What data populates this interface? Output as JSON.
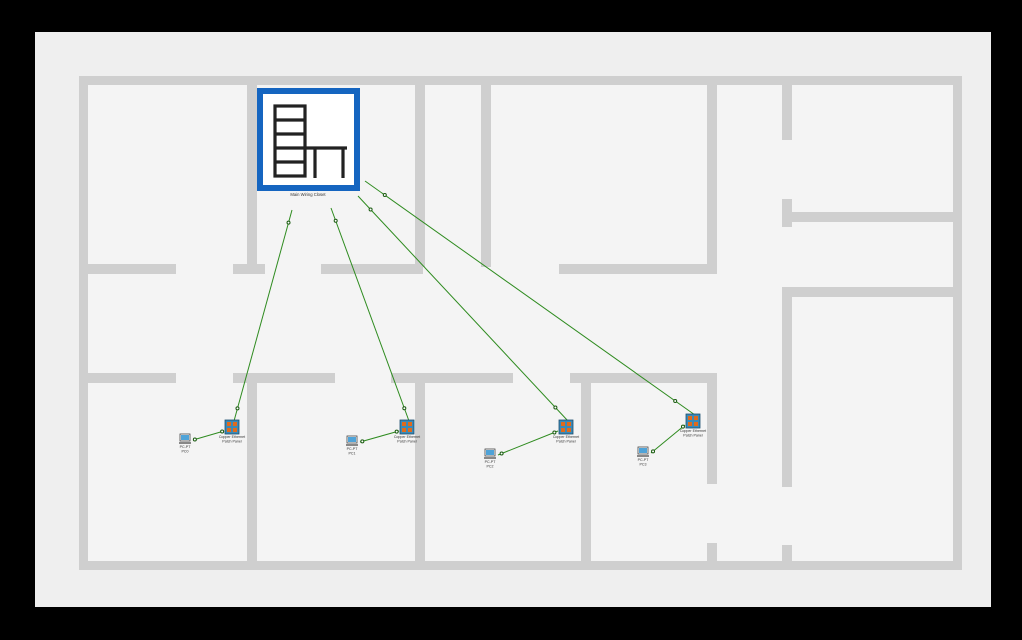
{
  "colors": {
    "background": "#000000",
    "canvas": "#efefef",
    "room": "#f4f4f4",
    "wall": "#cfcfcf",
    "connection": "#2e8b1f",
    "wiring_closet_border": "#1565c0",
    "switch_body": "#3a8ab8",
    "switch_ports": "#e06a1c",
    "pc_screen": "#4fa3d8"
  },
  "wiring_closet": {
    "icon": "rack-and-desk-icon",
    "label": "Main Wiring Closet"
  },
  "devices": [
    {
      "id": "pc0",
      "icon": "pc-icon",
      "label_line1": "PC-PT",
      "label_line2": "PC0"
    },
    {
      "id": "sw0",
      "icon": "switch-icon",
      "label_line1": "Copper Ethernet",
      "label_line2": "Patch Panel"
    },
    {
      "id": "pc1",
      "icon": "pc-icon",
      "label_line1": "PC-PT",
      "label_line2": "PC1"
    },
    {
      "id": "sw1",
      "icon": "switch-icon",
      "label_line1": "Copper Ethernet",
      "label_line2": "Patch Panel"
    },
    {
      "id": "pc2",
      "icon": "pc-icon",
      "label_line1": "PC-PT",
      "label_line2": "PC2"
    },
    {
      "id": "sw2",
      "icon": "switch-icon",
      "label_line1": "Copper Ethernet",
      "label_line2": "Patch Panel"
    },
    {
      "id": "pc3",
      "icon": "pc-icon",
      "label_line1": "PC-PT",
      "label_line2": "PC3"
    },
    {
      "id": "sw3",
      "icon": "switch-icon",
      "label_line1": "Copper Ethernet",
      "label_line2": "Patch Panel"
    }
  ],
  "links": [
    {
      "from": "closet",
      "to": "sw0"
    },
    {
      "from": "closet",
      "to": "sw1"
    },
    {
      "from": "closet",
      "to": "sw2"
    },
    {
      "from": "closet",
      "to": "sw3"
    },
    {
      "from": "sw0",
      "to": "pc0"
    },
    {
      "from": "sw1",
      "to": "pc1"
    },
    {
      "from": "sw2",
      "to": "pc2"
    },
    {
      "from": "sw3",
      "to": "pc3"
    }
  ]
}
